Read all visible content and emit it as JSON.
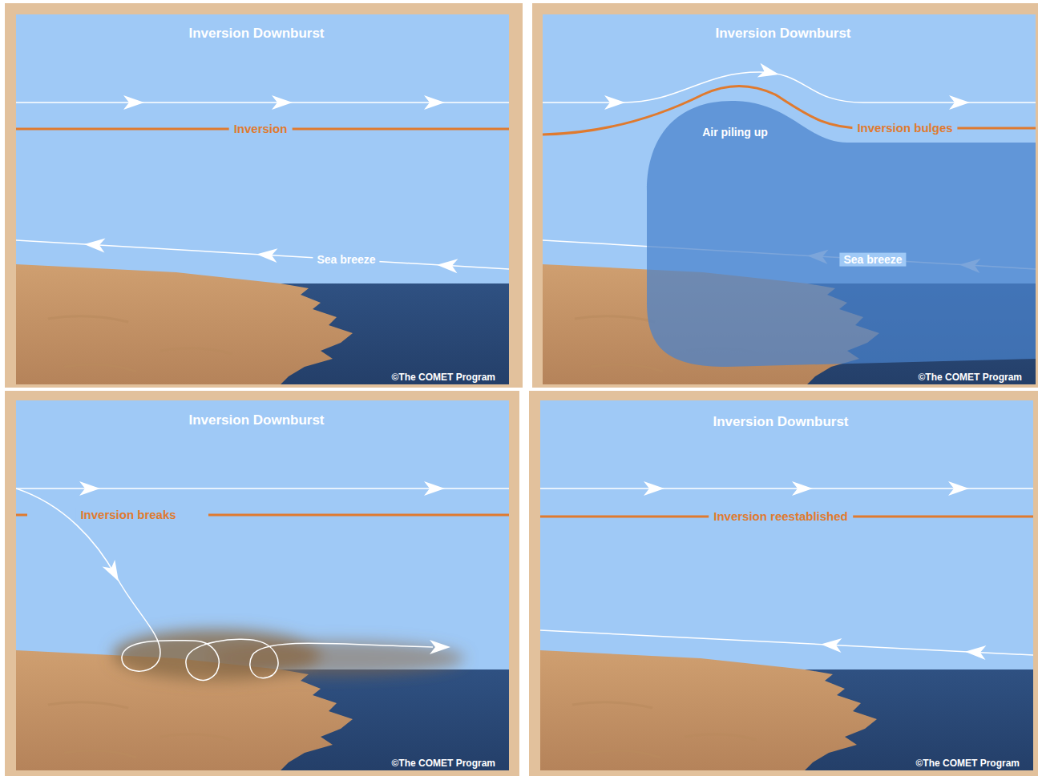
{
  "diagram": {
    "labels": [
      "Inversion Downburst",
      "Inversion",
      "Sea breeze",
      "©The COMET Program",
      "Inversion Downburst",
      "Air piling up",
      "Inversion bulges",
      "Sea breeze",
      "©The COMET Program",
      "Inversion Downburst",
      "Inversion breaks",
      "©The COMET Program",
      "Inversion Downburst",
      "Inversion reestablished",
      "©The COMET Program"
    ]
  }
}
